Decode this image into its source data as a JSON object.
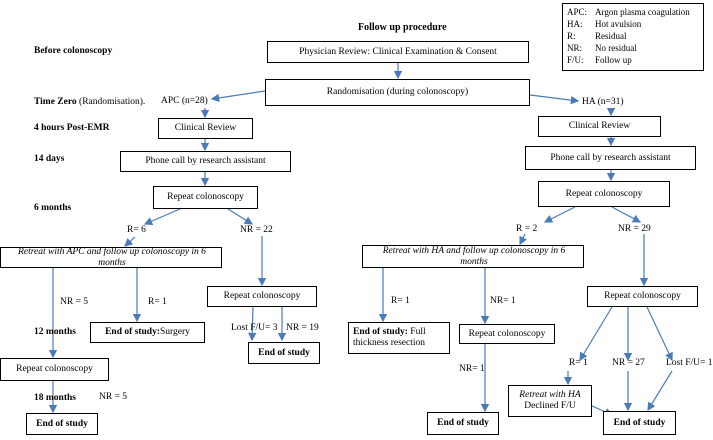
{
  "title": "Follow up procedure",
  "legend": [
    {
      "key": "APC:",
      "value": "Argon plasma coagulation"
    },
    {
      "key": "HA:",
      "value": "Hot avulsion"
    },
    {
      "key": "R:",
      "value": "Residual"
    },
    {
      "key": "NR:",
      "value": "No residual"
    },
    {
      "key": "F/U:",
      "value": "Follow up"
    }
  ],
  "timepoints": {
    "before": "Before colonoscopy",
    "time_zero_bold": "Time Zero",
    "time_zero_rest": " (Randomisation).",
    "h4": "4 hours Post-EMR",
    "d14": "14 days",
    "m6": "6 months",
    "m12": "12 months",
    "m18": "18 months"
  },
  "boxes": {
    "physician_review": "Physician Review: Clinical Examination & Consent",
    "randomisation": "Randomisation (during colonoscopy)",
    "apc_clinical_review": "Clinical Review",
    "ha_clinical_review": "Clinical Review",
    "apc_phone_call": "Phone call by research assistant",
    "ha_phone_call": "Phone call by research assistant",
    "apc_repeat_6m": "Repeat colonoscopy",
    "ha_repeat_6m": "Repeat colonoscopy",
    "apc_retreat": "Retreat with APC and follow up colonoscopy in 6 months",
    "ha_retreat": "Retreat with HA and follow up colonoscopy in 6 months",
    "apc_nr_repeat": "Repeat colonoscopy",
    "ha_nr_repeat": "Repeat colonoscopy",
    "apc_end_surgery_bold": "End of study:",
    "apc_end_surgery_rest": " Surgery",
    "ha_end_resection_bold": "End of study:",
    "ha_end_resection_rest": " Full thickness resection",
    "ha_retreat_repeat": "Repeat colonoscopy",
    "apc_retreat_repeat": "Repeat colonoscopy",
    "apc_end_18m": "End of study",
    "apc_end_nr": "End of study",
    "ha_end_retreat": "End of study",
    "ha_retreat_declined_italic": "Retreat with HA",
    "ha_retreat_declined_rest": "Declined F/U",
    "ha_end_nr": "End of study"
  },
  "labels": {
    "apc": "APC (n=28)",
    "ha": "HA (n=31)",
    "apc_r": "R= 6",
    "apc_nr": "NR = 22",
    "ha_r": "R = 2",
    "ha_nr": "NR = 29",
    "apc_ret_nr": "NR = 5",
    "apc_ret_r": "R= 1",
    "apc_lost": "Lost F/U= 3",
    "apc_nr19": "NR = 19",
    "ha_ret_r": "R= 1",
    "ha_ret_nr": "NR= 1",
    "apc_18_nr": "NR = 5",
    "ha_ret_nr_final": "NR= 1",
    "ha_final_r": "R= 1",
    "ha_final_nr": "NR = 27",
    "ha_final_lost": "Lost F/U= 1"
  },
  "colors": {
    "arrow": "#4a7ab8",
    "border": "#000000"
  }
}
